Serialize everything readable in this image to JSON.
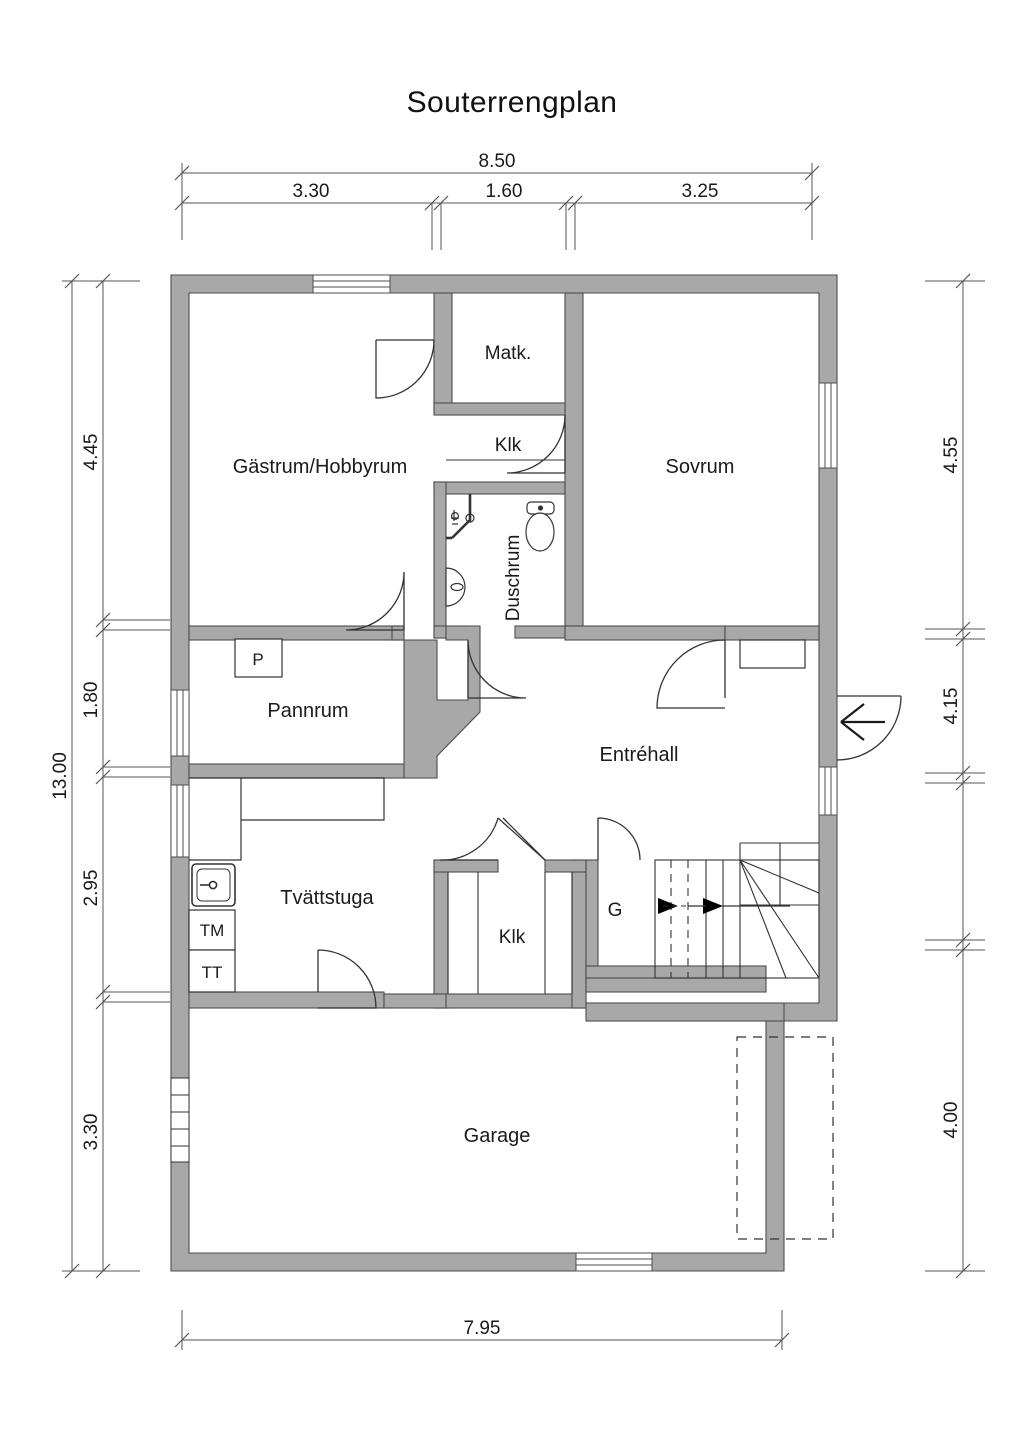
{
  "title": "Souterrengplan",
  "dimensions": {
    "top_overall": "8.50",
    "top_segments": [
      "3.30",
      "1.60",
      "3.25"
    ],
    "left_overall": "13.00",
    "left_segments": [
      "4.45",
      "1.80",
      "2.95",
      "3.30"
    ],
    "right_segments": [
      "4.55",
      "4.15",
      "4.00"
    ],
    "bottom_overall": "7.95"
  },
  "rooms": [
    {
      "id": "gastrum",
      "label": "Gästrum/Hobbyrum"
    },
    {
      "id": "matkallare",
      "label": "Matk."
    },
    {
      "id": "klk_top",
      "label": "Klk"
    },
    {
      "id": "duschrum",
      "label": "Duschrum"
    },
    {
      "id": "sovrum",
      "label": "Sovrum"
    },
    {
      "id": "pannrum",
      "label": "Pannrum"
    },
    {
      "id": "entrehall",
      "label": "Entréhall"
    },
    {
      "id": "tvattstuga",
      "label": "Tvättstuga"
    },
    {
      "id": "klk_bottom",
      "label": "Klk"
    },
    {
      "id": "garderob",
      "label": "G"
    },
    {
      "id": "garage",
      "label": "Garage"
    }
  ],
  "appliances": {
    "panna": "P",
    "tvattmaskin": "TM",
    "torktumlare": "TT"
  },
  "colors": {
    "wall_fill": "#a8a8a8",
    "wall_stroke": "#4d4d4d",
    "line": "#333333",
    "dimension_line": "#555555",
    "text": "#1a1a1a",
    "background": "#ffffff"
  }
}
